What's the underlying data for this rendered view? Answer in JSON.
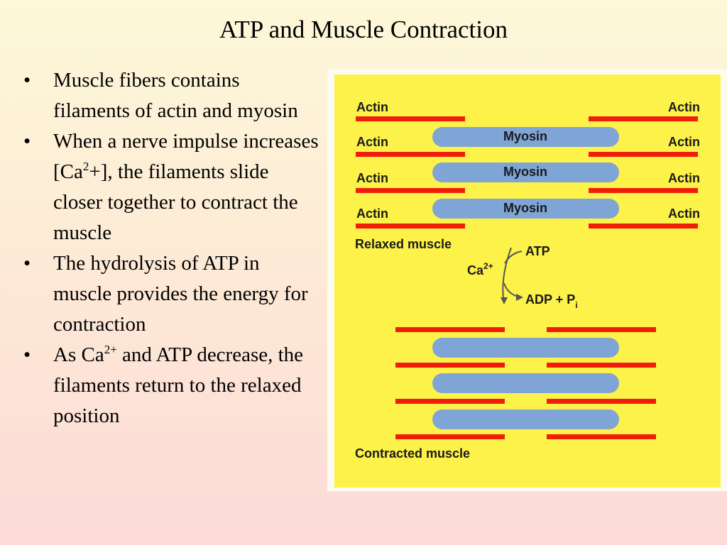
{
  "slide": {
    "title": "ATP and Muscle Contraction",
    "bullets": [
      {
        "text": "Muscle fibers contains filaments of actin and myosin"
      },
      {
        "pre": "When a nerve impulse increases [Ca",
        "sup": "2",
        "post": "+], the filaments slide closer together to contract the muscle"
      },
      {
        "text": "The hydrolysis of ATP in muscle provides the energy for contraction"
      },
      {
        "pre": "As Ca",
        "sup": "2+",
        "post": " and ATP decrease, the filaments return to the relaxed position"
      }
    ],
    "bullet_symbol": "•"
  },
  "diagram": {
    "colors": {
      "background": "#fdf24a",
      "actin": "#f01d0a",
      "myosin": "#7fa4d6",
      "arrow": "#555555",
      "text": "#1a1a1a"
    },
    "actin_label": "Actin",
    "myosin_label": "Myosin",
    "relaxed_label": "Relaxed muscle",
    "contracted_label": "Contracted muscle",
    "ca_label": "Ca",
    "ca_charge": "2+",
    "atp_label": "ATP",
    "adp_label": "ADP + P",
    "pi_subscript": "i"
  }
}
